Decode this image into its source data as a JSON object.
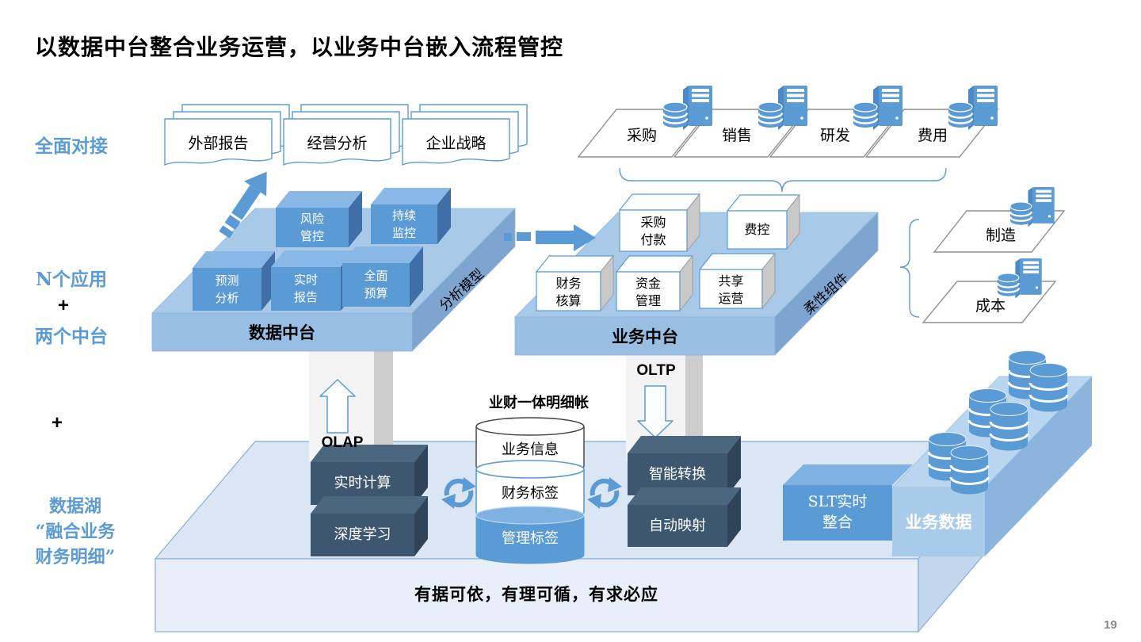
{
  "page": {
    "title": "以数据中台整合业务运营，以业务中台嵌入流程管控",
    "tagline": "有据可依，有理可循，有求必应",
    "page_number": "19"
  },
  "left_labels": {
    "full_connect": "全面对接",
    "n_apps": "N个应用",
    "plus1": "+",
    "two_platforms": "两个中台",
    "plus2": "+",
    "data_lake": "数据湖\n“融合业务\n财务明细”"
  },
  "documents": [
    {
      "label": "外部报告"
    },
    {
      "label": "经营分析"
    },
    {
      "label": "企业战略"
    }
  ],
  "top_modules": [
    {
      "label": "采购"
    },
    {
      "label": "销售"
    },
    {
      "label": "研发"
    },
    {
      "label": "费用"
    }
  ],
  "data_platform": {
    "name": "数据中台",
    "side_label": "分析模型",
    "cubes": [
      {
        "label": "风险\n管控"
      },
      {
        "label": "持续\n监控"
      },
      {
        "label": "预测\n分析"
      },
      {
        "label": "实时\n报告"
      },
      {
        "label": "全面\n预算"
      }
    ]
  },
  "business_platform": {
    "name": "业务中台",
    "side_label": "柔性组件",
    "cubes": [
      {
        "label": "采购\n付款"
      },
      {
        "label": "费控"
      },
      {
        "label": "财务\n核算"
      },
      {
        "label": "资金\n管理"
      },
      {
        "label": "共享\n运营"
      }
    ]
  },
  "right_modules": [
    {
      "label": "制造"
    },
    {
      "label": "成本"
    }
  ],
  "flows": {
    "olap": "OLAP",
    "oltp": "OLTP"
  },
  "ledger": {
    "title": "业财一体明细帐",
    "layers": [
      {
        "label": "业务信息"
      },
      {
        "label": "财务标签"
      },
      {
        "label": "管理标签"
      }
    ]
  },
  "lake_engines_left": [
    {
      "label": "实时计算"
    },
    {
      "label": "深度学习"
    }
  ],
  "lake_engines_right": [
    {
      "label": "智能转换"
    },
    {
      "label": "自动映射"
    }
  ],
  "integration": {
    "slt": "SLT实时\n整合",
    "business_data": "业务数据"
  },
  "colors": {
    "accent": "#5b9bd5",
    "dark_cube": "#3e5771",
    "platform_top": "#a9c9e9",
    "lake_top": "#dae6f3"
  }
}
